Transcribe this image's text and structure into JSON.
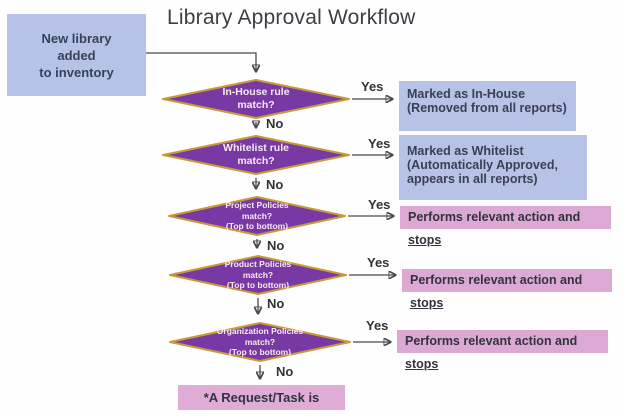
{
  "title": "Library Approval Workflow",
  "colors": {
    "diamond_fill": "#7839a4",
    "diamond_border": "#c79a3b",
    "info_box_fill": "#b6c2e6",
    "action_box_fill": "#dca8d4",
    "connector": "#4a4a4a",
    "text_dark": "#3a4156"
  },
  "start": {
    "text": "New library\nadded\nto inventory"
  },
  "decisions": [
    {
      "question": "In-House rule\nmatch?",
      "yes": "Yes",
      "no": "No",
      "outcome": {
        "style": "blue",
        "text": "Marked as In-House\n(Removed from all reports)"
      }
    },
    {
      "question": "Whitelist rule\nmatch?",
      "yes": "Yes",
      "no": "No",
      "outcome": {
        "style": "blue",
        "text": "Marked as Whitelist\n(Automatically Approved,\nappears in all reports)"
      }
    },
    {
      "question": "Project Policies\nmatch?\n(Top to bottom)",
      "yes": "Yes",
      "no": "No",
      "outcome": {
        "style": "pink",
        "text": "Performs relevant action and ",
        "emphasis": "stops"
      }
    },
    {
      "question": "Product Policies\nmatch?\n(Top to bottom)",
      "yes": "Yes",
      "no": "No",
      "outcome": {
        "style": "pink",
        "text": "Performs relevant action and ",
        "emphasis": "stops"
      }
    },
    {
      "question": "Organization Policies\nmatch?\n(Top to bottom)",
      "yes": "Yes",
      "no": "No",
      "outcome": {
        "style": "pink",
        "text": "Performs relevant action and ",
        "emphasis": "stops"
      }
    }
  ],
  "end": {
    "text": "*A Request/Task is Created"
  }
}
